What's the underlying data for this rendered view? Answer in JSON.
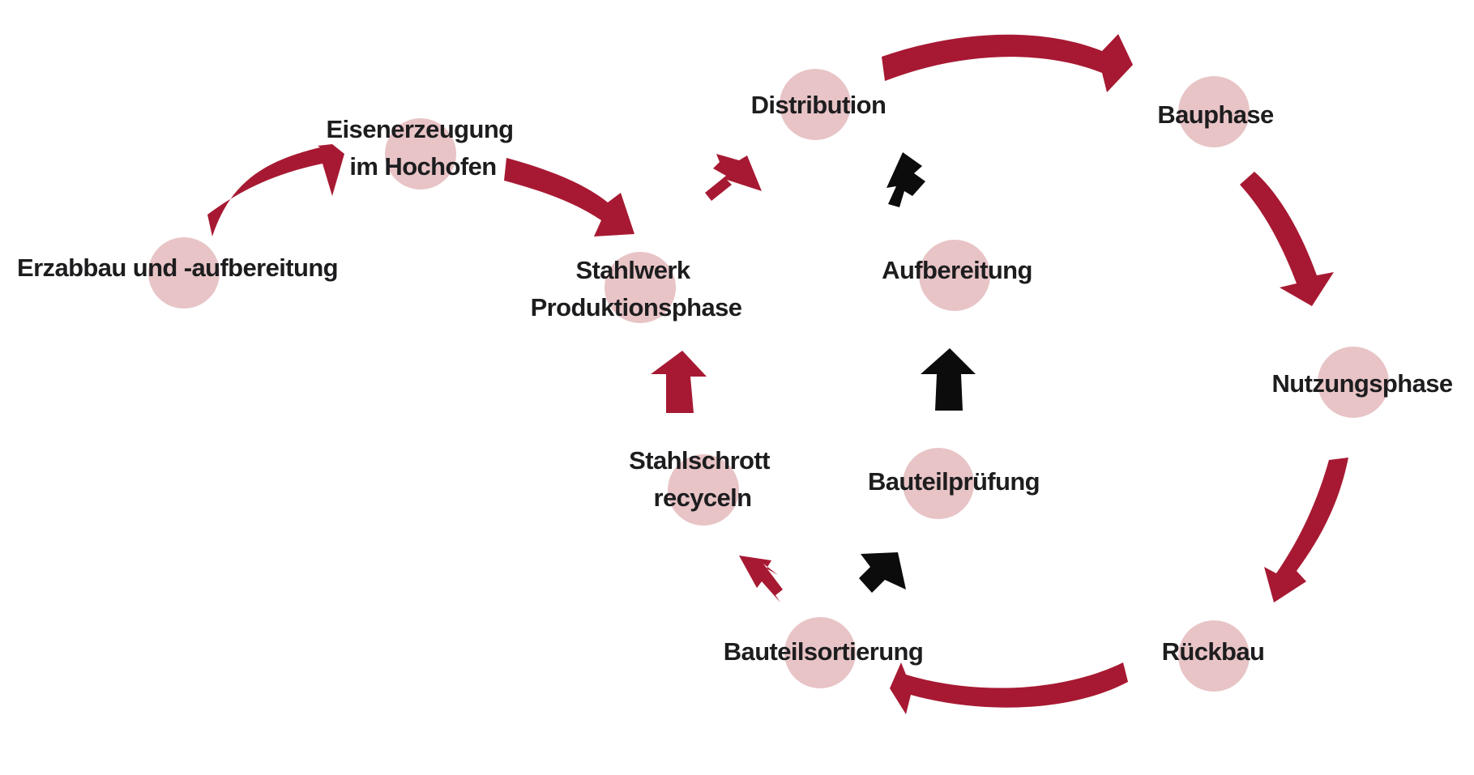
{
  "colors": {
    "accent_red": "#a71932",
    "arrow_black": "#0c0c0c",
    "node_fill": "#e8c4c6",
    "text": "#1d1d1f"
  },
  "nodes": {
    "erzabbau": {
      "lines": [
        "Erzabbau und -aufbereitung"
      ]
    },
    "eisenerzeugung": {
      "lines": [
        "Eisenerzeugung",
        "im Hochofen"
      ]
    },
    "stahlwerk": {
      "lines": [
        "Stahlwerk",
        "Produktionsphase"
      ]
    },
    "distribution": {
      "lines": [
        "Distribution"
      ]
    },
    "bauphase": {
      "lines": [
        "Bauphase"
      ]
    },
    "nutzungsphase": {
      "lines": [
        "Nutzungsphase"
      ]
    },
    "rueckbau": {
      "lines": [
        "Rückbau"
      ]
    },
    "bauteilsortierung": {
      "lines": [
        "Bauteilsortierung"
      ]
    },
    "stahlschrott": {
      "lines": [
        "Stahlschrott",
        "recyceln"
      ]
    },
    "bauteilpruefung": {
      "lines": [
        "Bauteilprüfung"
      ]
    },
    "aufbereitung": {
      "lines": [
        "Aufbereitung"
      ]
    }
  },
  "flows": [
    {
      "from": "erzabbau",
      "to": "eisenerzeugung",
      "color": "red"
    },
    {
      "from": "eisenerzeugung",
      "to": "stahlwerk",
      "color": "red"
    },
    {
      "from": "stahlwerk",
      "to": "distribution",
      "color": "red"
    },
    {
      "from": "distribution",
      "to": "bauphase",
      "color": "red"
    },
    {
      "from": "bauphase",
      "to": "nutzungsphase",
      "color": "red"
    },
    {
      "from": "nutzungsphase",
      "to": "rueckbau",
      "color": "red"
    },
    {
      "from": "rueckbau",
      "to": "bauteilsortierung",
      "color": "red"
    },
    {
      "from": "bauteilsortierung",
      "to": "stahlschrott",
      "color": "red"
    },
    {
      "from": "stahlschrott",
      "to": "stahlwerk",
      "color": "red"
    },
    {
      "from": "bauteilsortierung",
      "to": "bauteilpruefung",
      "color": "black"
    },
    {
      "from": "bauteilpruefung",
      "to": "aufbereitung",
      "color": "black"
    },
    {
      "from": "aufbereitung",
      "to": "distribution",
      "color": "black"
    }
  ]
}
